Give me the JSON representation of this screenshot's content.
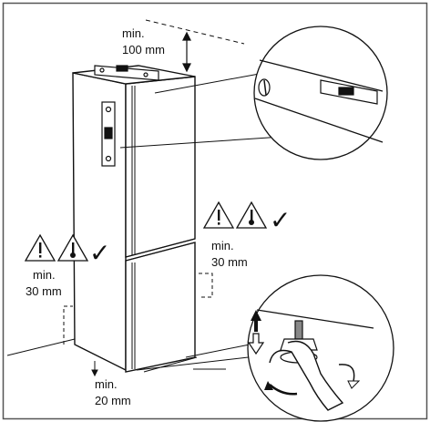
{
  "labels": {
    "top_min": "min.",
    "top_val": "100 mm",
    "right_min": "min.",
    "right_val": "30 mm",
    "left_min": "min.",
    "left_val": "30 mm",
    "bottom_min": "min.",
    "bottom_val": "20 mm",
    "check_mark": "✓"
  },
  "icons": [
    "warning-triangle-icon",
    "thermometer-warning-icon",
    "check-mark-icon",
    "spirit-level-icon",
    "wrench-icon",
    "rotate-arrow-icon",
    "up-arrow-icon",
    "down-arrow-icon"
  ],
  "colors": {
    "line": "#111111",
    "frame": "#555555",
    "background": "#ffffff"
  }
}
